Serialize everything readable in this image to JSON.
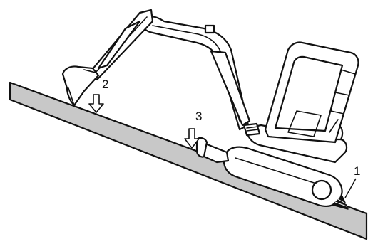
{
  "callouts": [
    {
      "id": "1",
      "label": "1"
    },
    {
      "id": "2",
      "label": "2"
    },
    {
      "id": "3",
      "label": "3"
    }
  ],
  "colors": {
    "slope_fill": "#c8c8c8",
    "line": "#111111",
    "background": "#ffffff"
  },
  "icons": [
    "down-arrow-icon",
    "wheel-chock-icon"
  ]
}
